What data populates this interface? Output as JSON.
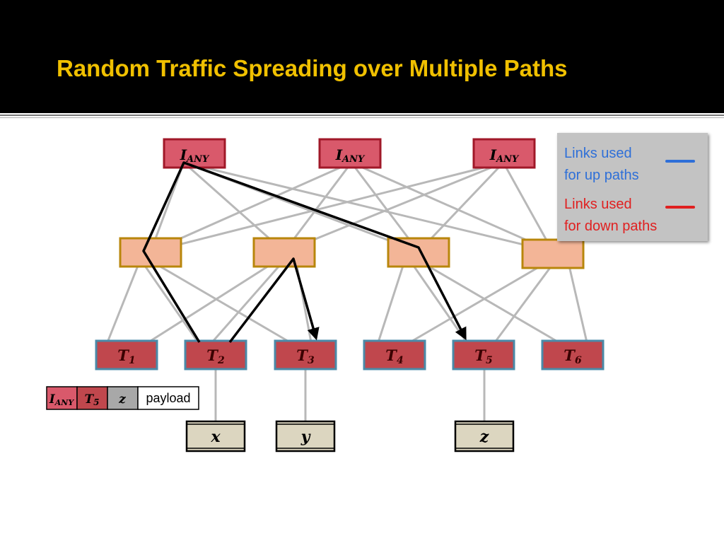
{
  "slide": {
    "title": "Random Traffic Spreading over Multiple Paths"
  },
  "nodes": {
    "intermediate_label": "I",
    "intermediate_sub": "ANY",
    "tors": [
      {
        "main": "T",
        "sub": "1"
      },
      {
        "main": "T",
        "sub": "2"
      },
      {
        "main": "T",
        "sub": "3"
      },
      {
        "main": "T",
        "sub": "4"
      },
      {
        "main": "T",
        "sub": "5"
      },
      {
        "main": "T",
        "sub": "6"
      }
    ],
    "hosts": [
      "x",
      "y",
      "z"
    ]
  },
  "packet": {
    "field1_main": "I",
    "field1_sub": "ANY",
    "field2_main": "T",
    "field2_sub": "5",
    "field3": "z",
    "field4": "payload"
  },
  "legend": {
    "up_line1": "Links used",
    "up_line2": "for up paths",
    "down_line1": "Links used",
    "down_line2": "for down paths",
    "up_color": "#2e6fd8",
    "down_color": "#e02020"
  },
  "colors": {
    "title": "#f0c000",
    "intermediate_fill": "#d9596b",
    "aggregate_fill": "#f3b597",
    "tor_fill": "#c0474d",
    "host_fill": "#dcd6c0",
    "link": "#b8b8b8",
    "path": "#000000"
  }
}
